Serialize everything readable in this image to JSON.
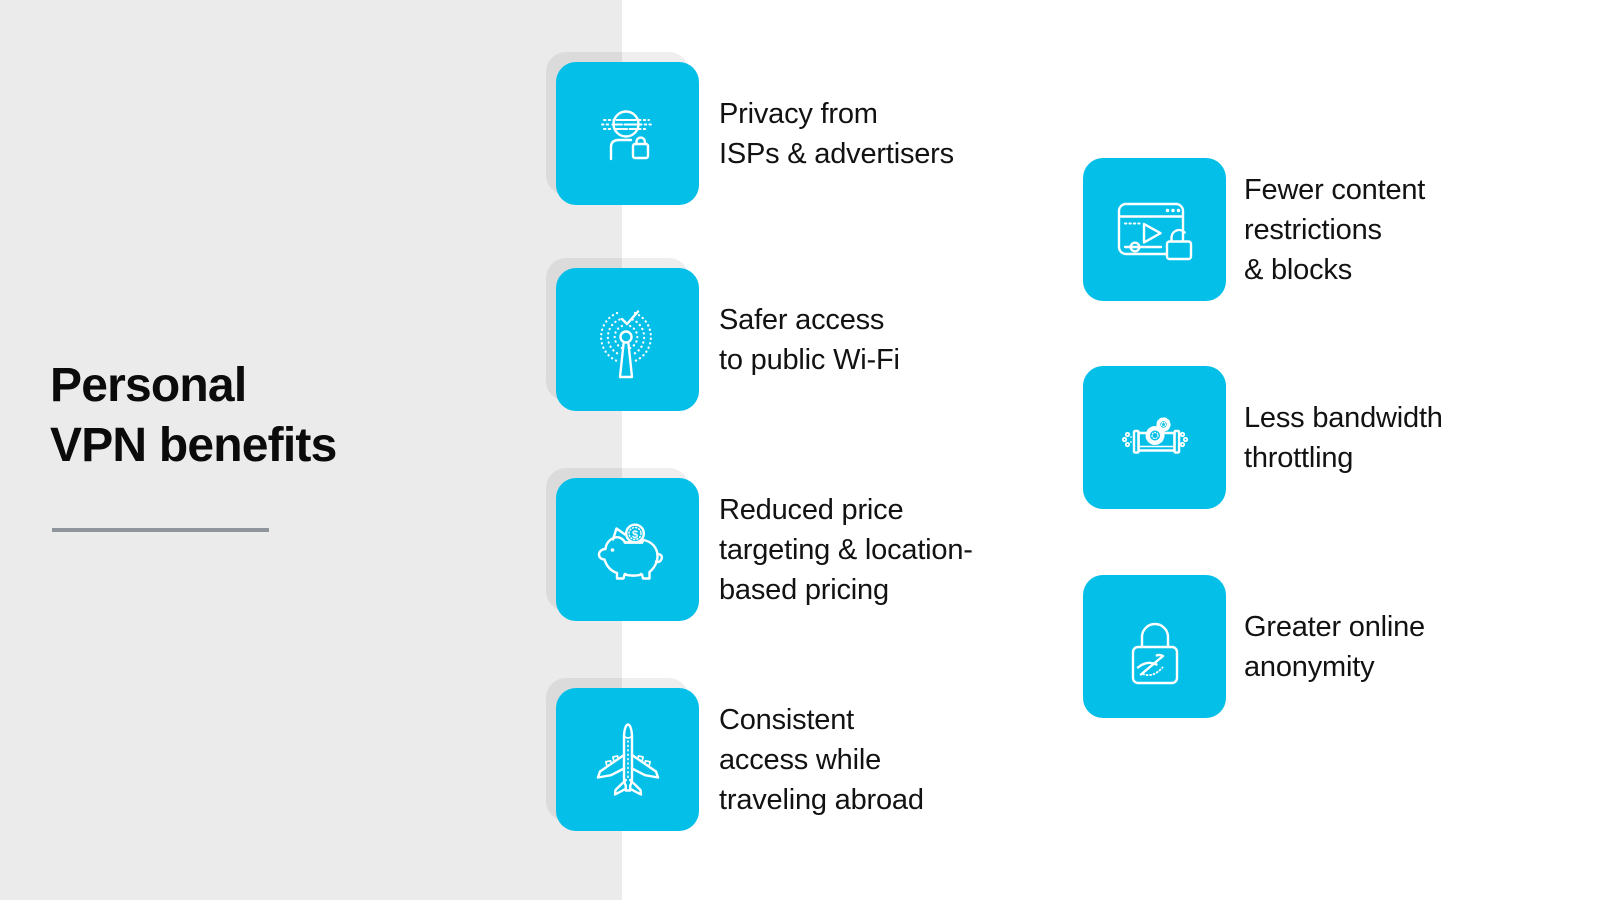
{
  "page": {
    "background": "#FFFFFF"
  },
  "colors": {
    "accent": "#04BFE8",
    "panel": "#EBEBEB",
    "divider": "#8F959A",
    "title_text": "#0B0B0B",
    "label_text": "#121212",
    "icon_stroke": "#FFFFFF",
    "tile_shadow": "rgba(0,0,0,0.065)"
  },
  "title": {
    "line1": "Personal",
    "line2": "VPN benefits"
  },
  "benefits": {
    "left_column": [
      {
        "icon": "anonymous-user-lock-icon",
        "label": "Privacy from\nISPs & advertisers"
      },
      {
        "icon": "wifi-antenna-check-icon",
        "label": "Safer access\nto public Wi-Fi"
      },
      {
        "icon": "piggy-bank-coin-icon",
        "label": "Reduced price\ntargeting & location-\nbased pricing"
      },
      {
        "icon": "airplane-icon",
        "label": "Consistent\naccess while\ntraveling abroad"
      }
    ],
    "right_column": [
      {
        "icon": "video-player-unlock-icon",
        "label": "Fewer content\nrestrictions\n& blocks"
      },
      {
        "icon": "pipe-gears-icon",
        "label": "Less bandwidth\nthrottling"
      },
      {
        "icon": "lock-hidden-eye-icon",
        "label": "Greater online\nanonymity"
      }
    ]
  }
}
